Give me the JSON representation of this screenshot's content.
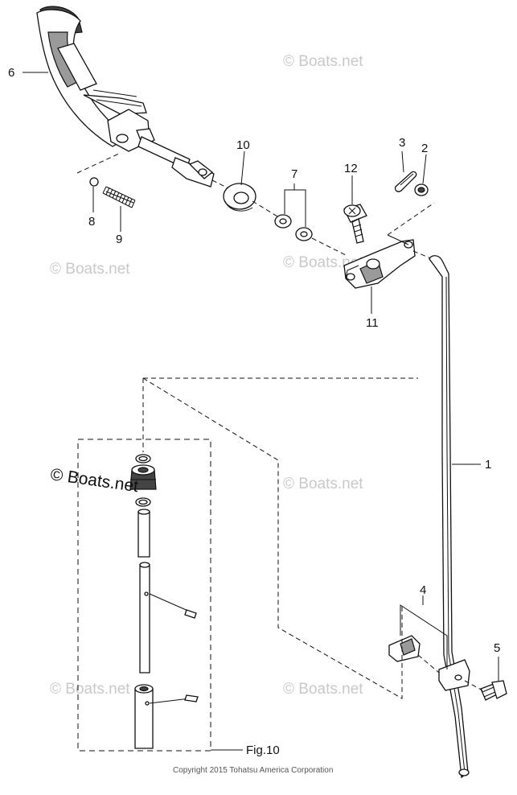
{
  "callouts": {
    "c1": "1",
    "c2": "2",
    "c3": "3",
    "c4": "4",
    "c5": "5",
    "c6": "6",
    "c7": "7",
    "c8": "8",
    "c9": "9",
    "c10": "10",
    "c11": "11",
    "c12": "12"
  },
  "figure_ref": "Fig.10",
  "watermark": "© Boats.net",
  "copyright": "Copyright 2015 Tohatsu America Corporation"
}
